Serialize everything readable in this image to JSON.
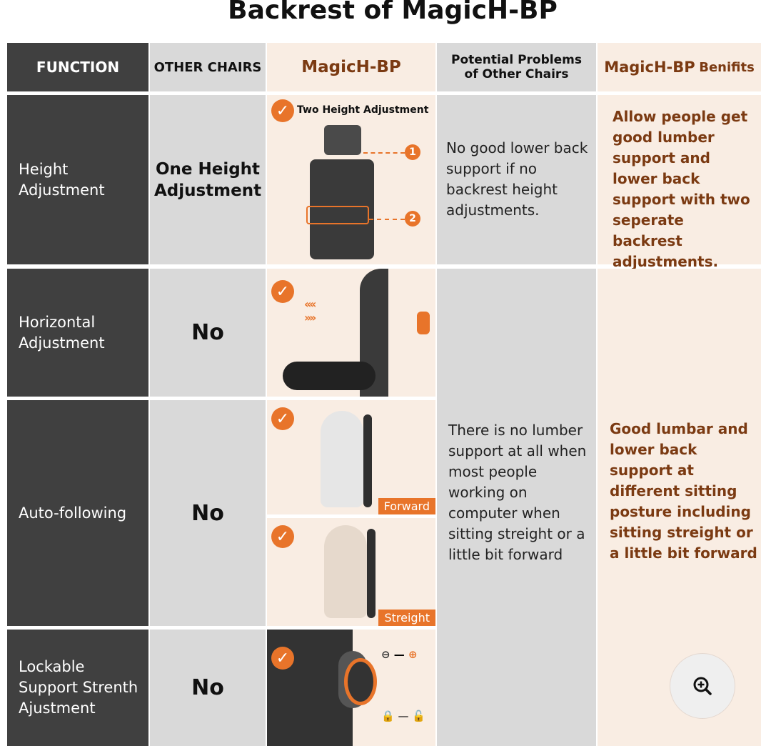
{
  "title": "Backrest of MagicH-BP",
  "headers": {
    "function": "FUNCTION",
    "other_chairs": "OTHER CHAIRS",
    "magich": "MagicH-BP",
    "problems": "Potential Problems of Other Chairs",
    "benefits_brand": "MagicH-BP",
    "benefits_word": "Benifits"
  },
  "rows": [
    {
      "function": "Height Adjustment",
      "other": "One Height Adjustment",
      "magich_caption": "Two Height Adjustment",
      "markers": [
        "1",
        "2"
      ]
    },
    {
      "function": "Horizontal Adjustment",
      "other": "No"
    },
    {
      "function": "Auto-following",
      "other": "No",
      "tags": [
        "Forward",
        "Streight"
      ]
    },
    {
      "function": "Lockable Support Strenth Ajustment",
      "other": "No"
    }
  ],
  "problems": [
    "No good lower back support if no backrest height adjustments.",
    "There is no lumber support at all when most people working on computer when sitting streight or a little bit forward"
  ],
  "benefits": [
    "Allow people get good lumber support and lower back support with two seperate backrest adjustments.",
    "Good lumbar and lower back support at different sitting posture including sitting streight or a little bit forward"
  ],
  "colors": {
    "accent": "#e8742a",
    "brown": "#7b3a12",
    "dark": "#404040",
    "gray": "#d9d9d9",
    "peach": "#f9ede3"
  }
}
